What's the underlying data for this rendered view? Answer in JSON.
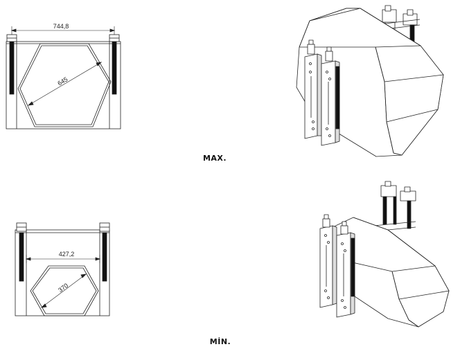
{
  "max_view": {
    "caption": "MAX.",
    "width_dimension": "744,8",
    "diagonal_dimension": "645"
  },
  "min_view": {
    "caption": "MİN.",
    "width_dimension": "427,2",
    "diagonal_dimension": "370"
  }
}
